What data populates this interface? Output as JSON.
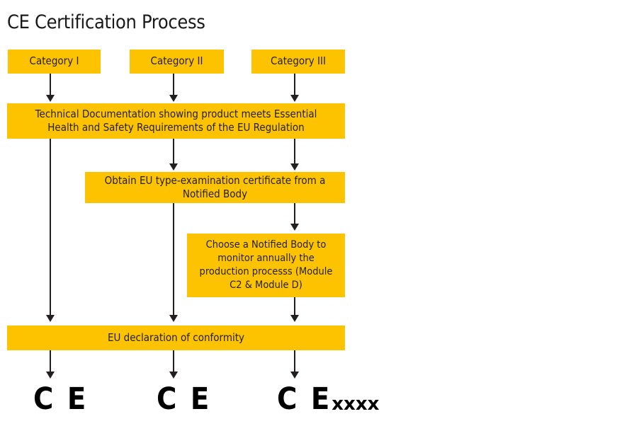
{
  "diagram": {
    "title": "CE Certification Process",
    "accent_color": "#FDC300",
    "text_color": "#231f20",
    "line_color": "#231f20",
    "background_color": "#FFFFFF"
  },
  "columns": [
    {
      "id": "category-1",
      "label": "Category I"
    },
    {
      "id": "category-2",
      "label": "Category II"
    },
    {
      "id": "category-3",
      "label": "Category III"
    }
  ],
  "steps": {
    "technical_documentation": "Technical Documentation showing product meets Essential Health and Safety Requirements of the EU Regulation",
    "type_examination": "Obtain EU type-examination certificate from a Notified Body",
    "notified_body_monitoring": "Choose a Notified Body to monitor annually the production processs (Module C2 & Module D)",
    "declaration_of_conformity": "EU declaration of conformity"
  },
  "outcomes": [
    {
      "id": "ce-mark-1",
      "glyph": "C E",
      "suffix": ""
    },
    {
      "id": "ce-mark-2",
      "glyph": "C E",
      "suffix": ""
    },
    {
      "id": "ce-mark-3",
      "glyph": "C E",
      "suffix": "xxxx"
    }
  ]
}
